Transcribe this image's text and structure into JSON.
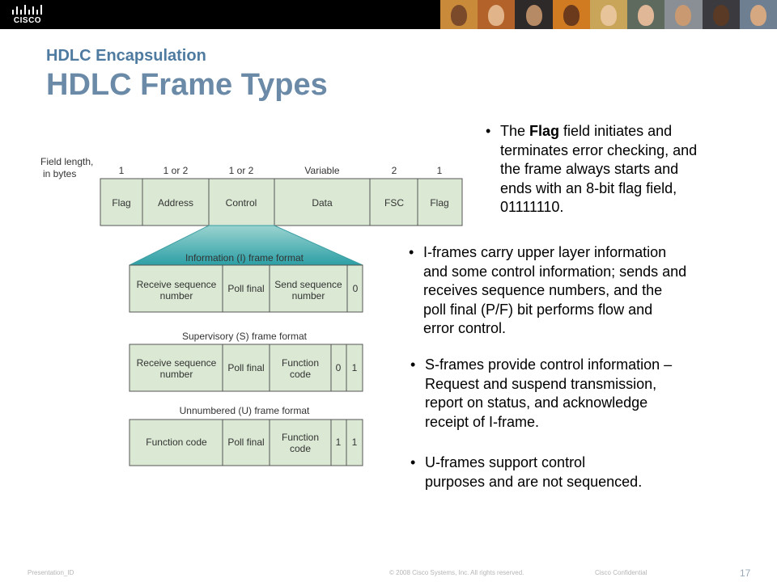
{
  "header": {
    "logo_text": "CISCO",
    "logo_icon": "cisco-bridge-bars-icon"
  },
  "slide": {
    "subtitle": "HDLC Encapsulation",
    "title": "HDLC Frame Types"
  },
  "diagram": {
    "field_length_label_line1": "Field length,",
    "field_length_label_line2": "in bytes",
    "top_frame": {
      "lengths": [
        "1",
        "1 or 2",
        "1 or 2",
        "Variable",
        "2",
        "1"
      ],
      "fields": [
        "Flag",
        "Address",
        "Control",
        "Data",
        "FSC",
        "Flag"
      ]
    },
    "i_frame": {
      "title": "Information (I) frame format",
      "cells": [
        [
          "Receive sequence",
          "number"
        ],
        [
          "Poll final"
        ],
        [
          "Send sequence",
          "number"
        ],
        [
          "0"
        ]
      ]
    },
    "s_frame": {
      "title": "Supervisory (S) frame format",
      "cells": [
        [
          "Receive sequence",
          "number"
        ],
        [
          "Poll final"
        ],
        [
          "Function",
          "code"
        ],
        [
          "0"
        ],
        [
          "1"
        ]
      ]
    },
    "u_frame": {
      "title": "Unnumbered (U) frame format",
      "cells": [
        [
          "Function code"
        ],
        [
          "Poll final"
        ],
        [
          "Function",
          "code"
        ],
        [
          "1"
        ],
        [
          "1"
        ]
      ]
    }
  },
  "bullets": {
    "flag": {
      "pre": "The ",
      "bold": "Flag",
      "line1_rest": " field initiates and",
      "line2": "terminates error checking, and",
      "line3": "the frame always starts and",
      "line4": "ends with an 8-bit flag field,",
      "line5": "01111110."
    },
    "iframes": [
      "I-frames carry upper layer information",
      "and some control information; sends and",
      "receives sequence numbers, and the",
      "poll final (P/F) bit performs flow and",
      "error control."
    ],
    "sframes": [
      "S-frames provide control information –",
      "Request and suspend transmission,",
      "report on status, and acknowledge",
      "receipt of I-frame."
    ],
    "uframes": [
      "U-frames support control",
      "purposes and are not sequenced."
    ],
    "dot": "•"
  },
  "footer": {
    "presentation_id": "Presentation_ID",
    "copyright": "© 2008 Cisco Systems, Inc. All rights reserved.",
    "confidential": "Cisco Confidential",
    "page_number": "17"
  },
  "colors": {
    "title": "#6a8aa7",
    "subtitle": "#4f7ba0",
    "cell_fill": "#dbe9d4",
    "highlight_gradient_top": "#8fcfcf",
    "highlight_gradient_bottom": "#2aa0a6"
  }
}
